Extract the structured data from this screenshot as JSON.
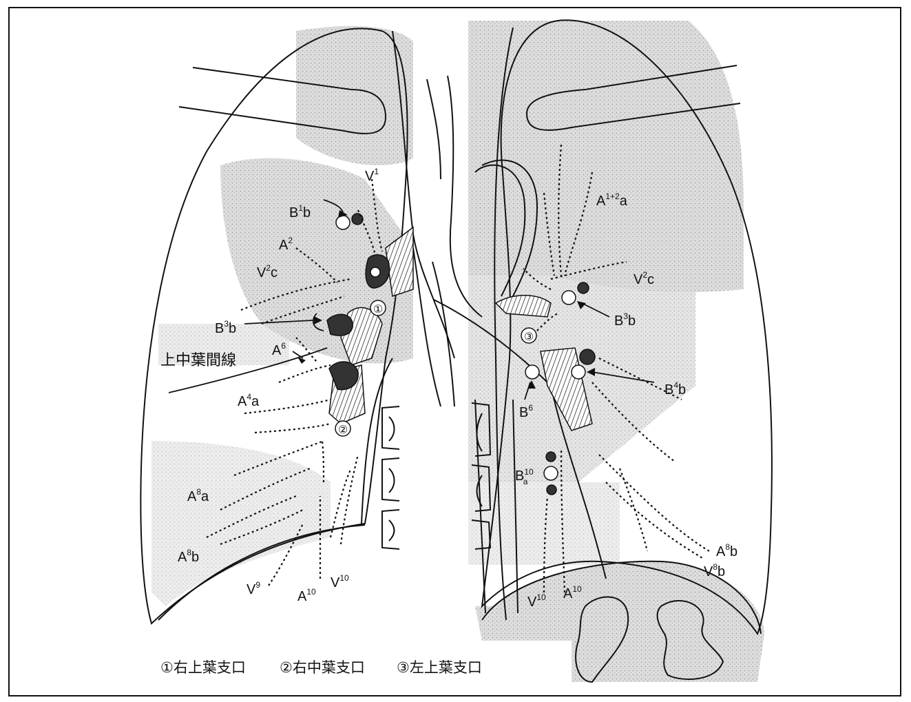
{
  "labels": {
    "V1": {
      "base": "V",
      "sup": "1",
      "sub": ""
    },
    "B1b": {
      "base": "B",
      "sup": "1",
      "tail": "b"
    },
    "A2": {
      "base": "A",
      "sup": "2",
      "tail": ""
    },
    "V2c_r": {
      "base": "V",
      "sup": "2",
      "tail": "c"
    },
    "B3b_r": {
      "base": "B",
      "sup": "3",
      "tail": "b"
    },
    "A6": {
      "base": "A",
      "sup": "6",
      "tail": ""
    },
    "A4a": {
      "base": "A",
      "sup": "4",
      "tail": "a"
    },
    "A8a": {
      "base": "A",
      "sup": "8",
      "tail": "a"
    },
    "A8b_r": {
      "base": "A",
      "sup": "8",
      "tail": "b"
    },
    "V9": {
      "base": "V",
      "sup": "9",
      "tail": ""
    },
    "A10_r": {
      "base": "A",
      "sup": "10",
      "tail": ""
    },
    "V10_r": {
      "base": "V",
      "sup": "10",
      "tail": ""
    },
    "A12a": {
      "base": "A",
      "sup": "1+2",
      "tail": "a"
    },
    "V2c_l": {
      "base": "V",
      "sup": "2",
      "tail": "c"
    },
    "B3b_l": {
      "base": "B",
      "sup": "3",
      "tail": "b"
    },
    "B4b": {
      "base": "B",
      "sup": "4",
      "tail": "b"
    },
    "B6": {
      "base": "B",
      "sup": "6",
      "tail": ""
    },
    "B10a": {
      "base": "B",
      "sup": "10",
      "sub": "a"
    },
    "A8b_l": {
      "base": "A",
      "sup": "8",
      "tail": "b"
    },
    "V8b": {
      "base": "V",
      "sup": "8",
      "tail": "b"
    },
    "V10_l": {
      "base": "V",
      "sup": "10",
      "tail": ""
    },
    "A10_l": {
      "base": "A",
      "sup": "10",
      "tail": ""
    }
  },
  "interlobar_line": "上中葉間線",
  "markers": {
    "m1": "①",
    "m2": "②",
    "m3": "③"
  },
  "legend": {
    "item1": "①右上葉支口",
    "item2": "②右中葉支口",
    "item3": "③左上葉支口"
  },
  "colors": {
    "ink": "#111111",
    "shade": "#c8c8c8",
    "dark": "#3a3a3a"
  }
}
